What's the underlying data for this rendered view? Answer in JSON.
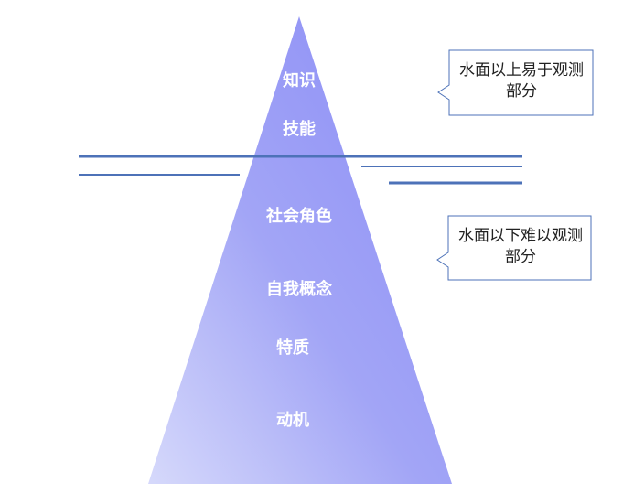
{
  "pyramid": {
    "layers": [
      {
        "label": "知识"
      },
      {
        "label": "技能"
      },
      {
        "label": "社会角色"
      },
      {
        "label": "自我概念"
      },
      {
        "label": "特质"
      },
      {
        "label": "动机"
      }
    ],
    "colors": {
      "top": "#8f8ff6",
      "bottom_left": "#d9dcfb",
      "bottom_right": "#a7aaf7"
    }
  },
  "callouts": {
    "above": {
      "text": "水面以上易于观测部分"
    },
    "below": {
      "text": "水面以下难以观测部分"
    }
  },
  "waterline": {
    "color": "#4d72b8"
  }
}
